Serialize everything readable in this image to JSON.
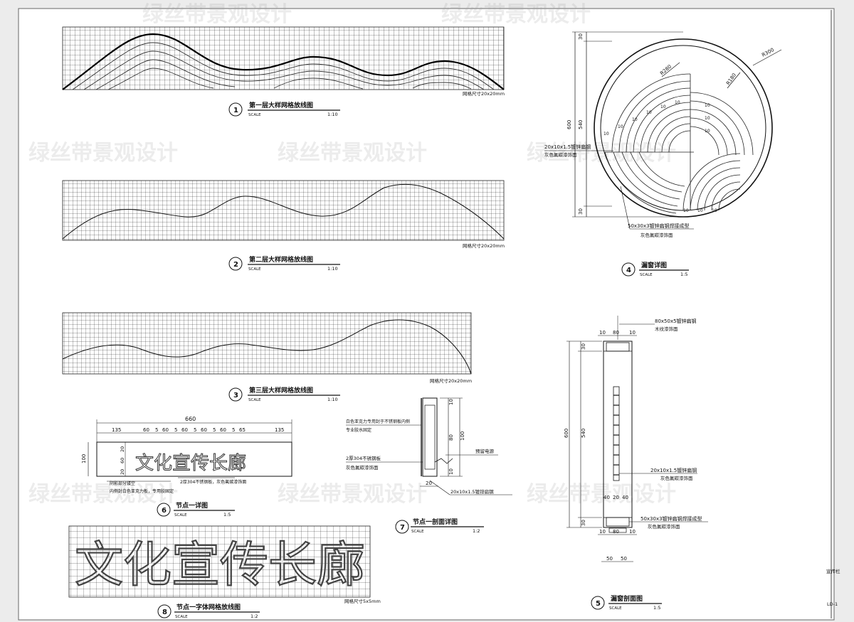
{
  "sheet": {
    "sheet_number": "LD-1",
    "side_label": "宣传栏"
  },
  "watermark": {
    "text": "绿丝带景观设计"
  },
  "grid_note": "网格尺寸20x20mm",
  "grid_note_small": "网格尺寸5x5mm",
  "scale_word": "SCALE",
  "details": [
    {
      "num": "1",
      "title": "第一层大样网格放线图",
      "scale": "1:10"
    },
    {
      "num": "2",
      "title": "第二层大样网格放线图",
      "scale": "1:10"
    },
    {
      "num": "3",
      "title": "第三层大样网格放线图",
      "scale": "1:10"
    },
    {
      "num": "4",
      "title": "漏窗详图",
      "scale": "1:5"
    },
    {
      "num": "5",
      "title": "漏窗剖面图",
      "scale": "1:5"
    },
    {
      "num": "6",
      "title": "节点一详图",
      "scale": "1:5"
    },
    {
      "num": "7",
      "title": "节点一剖面详图",
      "scale": "1:2"
    },
    {
      "num": "8",
      "title": "节点一字体网格放线图",
      "scale": "1:2"
    }
  ],
  "detail4": {
    "dims": {
      "top": "30",
      "mid": "540",
      "bottom": "30",
      "total": "600"
    },
    "radii": {
      "r300": "R300",
      "r280": "R280",
      "r180": "R180"
    },
    "spacing_label": "10",
    "note1_line1": "20x10x1.5镀锌扁钢",
    "note1_line2": "灰色氟碳漆饰面",
    "note2_line1": "50x30x3镀锌扁钢焊接成型",
    "note2_line2": "灰色氟碳漆饰面"
  },
  "detail5": {
    "top_dims": [
      "10",
      "80",
      "10"
    ],
    "left_dims": {
      "top": "30",
      "mid": "540",
      "bottom": "30",
      "total": "600"
    },
    "inner_dims": [
      "40",
      "20",
      "40"
    ],
    "bottom_dims": [
      "10",
      "80",
      "10"
    ],
    "foot_dims": [
      "50",
      "50"
    ],
    "note_top_line1": "80x50x5镀锌扁钢",
    "note_top_line2": "木纹漆饰面",
    "note_mid_line1": "20x10x1.5镀锌扁钢",
    "note_mid_line2": "灰色氟碳漆饰面",
    "note_bot_line1": "50x30x3镀锌扁钢焊接成型",
    "note_bot_line2": "灰色氟碳漆饰面"
  },
  "detail6": {
    "total_width": "660",
    "segments": [
      "135",
      "60",
      "5",
      "60",
      "5",
      "60",
      "5",
      "60",
      "5",
      "60",
      "5",
      "65",
      "135"
    ],
    "height_dims": [
      "100",
      "20",
      "60",
      "20"
    ],
    "sign_text": "文化宣传长廊",
    "note_left_line1": "阴影部分镂空",
    "note_left_line2": "内侧封白色亚克力板，专用胶固定",
    "note_right": "2厚304不锈钢板，灰色氟碳漆饰面"
  },
  "detail7": {
    "note1_line1": "白色亚克力专用封于不锈钢板内侧",
    "note1_line2": "专业胶水固定",
    "note2_line1": "2厚304不锈钢板",
    "note2_line2": "灰色氟碳漆饰面",
    "note3": "预留电源",
    "note4": "20x10x1.5镀锌扁钢",
    "dims": [
      "10",
      "80",
      "10",
      "100"
    ],
    "bottom_dim": "20"
  },
  "detail8": {
    "glyph_text": "文化宣传长廊"
  }
}
